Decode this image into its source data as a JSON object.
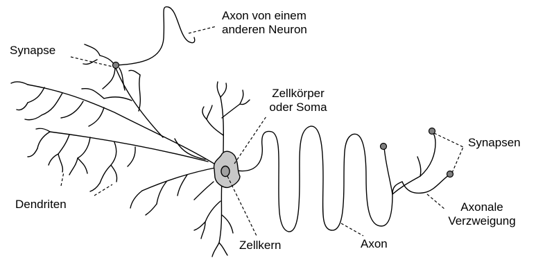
{
  "colors": {
    "line": "#000000",
    "soma_fill": "#c8c8c8",
    "synapse_dot": "#808080",
    "background": "#ffffff"
  },
  "labels": {
    "axon_other": [
      "Axon von einem",
      "anderen Neuron"
    ],
    "synapse": "Synapse",
    "soma": [
      "Zellkörper",
      "oder Soma"
    ],
    "synapses": "Synapsen",
    "dendrites": "Dendriten",
    "axonal_branching": [
      "Axonale",
      "Verzweigung"
    ],
    "nucleus": "Zellkern",
    "axon": "Axon"
  }
}
